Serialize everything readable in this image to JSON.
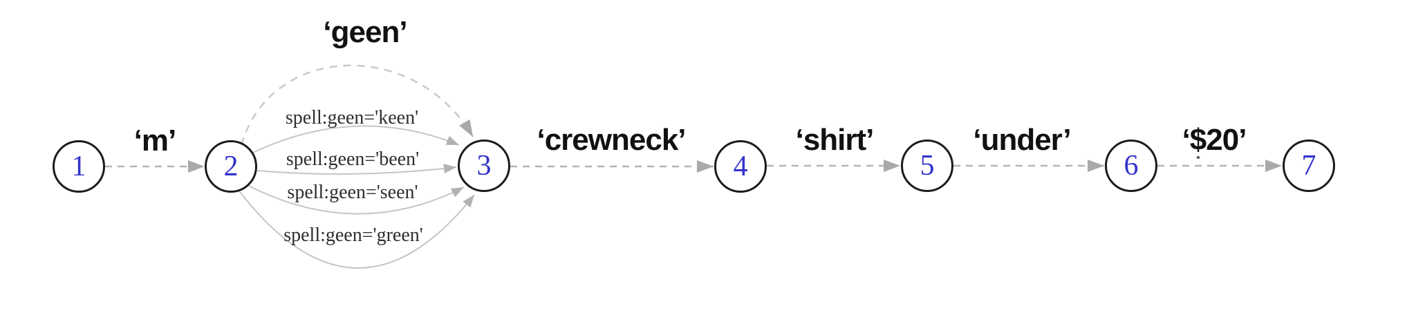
{
  "nodes": [
    "1",
    "2",
    "3",
    "4",
    "5",
    "6",
    "7"
  ],
  "edges": [
    {
      "from": "1",
      "to": "2",
      "label": "‘m’",
      "style": "dashed"
    },
    {
      "from": "2",
      "to": "3",
      "label": "‘geen’",
      "style": "dashed-arc"
    },
    {
      "from": "2",
      "to": "3",
      "label": "spell:geen='keen'",
      "style": "solid-arc"
    },
    {
      "from": "2",
      "to": "3",
      "label": "spell:geen='been'",
      "style": "solid-arc"
    },
    {
      "from": "2",
      "to": "3",
      "label": "spell:geen='seen'",
      "style": "solid-arc"
    },
    {
      "from": "2",
      "to": "3",
      "label": "spell:geen='green'",
      "style": "solid-arc"
    },
    {
      "from": "3",
      "to": "4",
      "label": "‘crewneck’",
      "style": "dashed"
    },
    {
      "from": "4",
      "to": "5",
      "label": "‘shirt’",
      "style": "dashed"
    },
    {
      "from": "5",
      "to": "6",
      "label": "‘under’",
      "style": "dashed"
    },
    {
      "from": "6",
      "to": "7",
      "label": "‘$20’",
      "style": "dashed"
    }
  ],
  "colors": {
    "node_number_blue": "#3333cc",
    "node_stroke": "#1b1b1b",
    "dashed_edge_gray": "#b4b4b4",
    "arc_gray": "#c5c5c5",
    "arrow_gray": "#a9a9a9",
    "word_label_black": "#111111",
    "spell_label_gray": "#2e2e2e"
  }
}
